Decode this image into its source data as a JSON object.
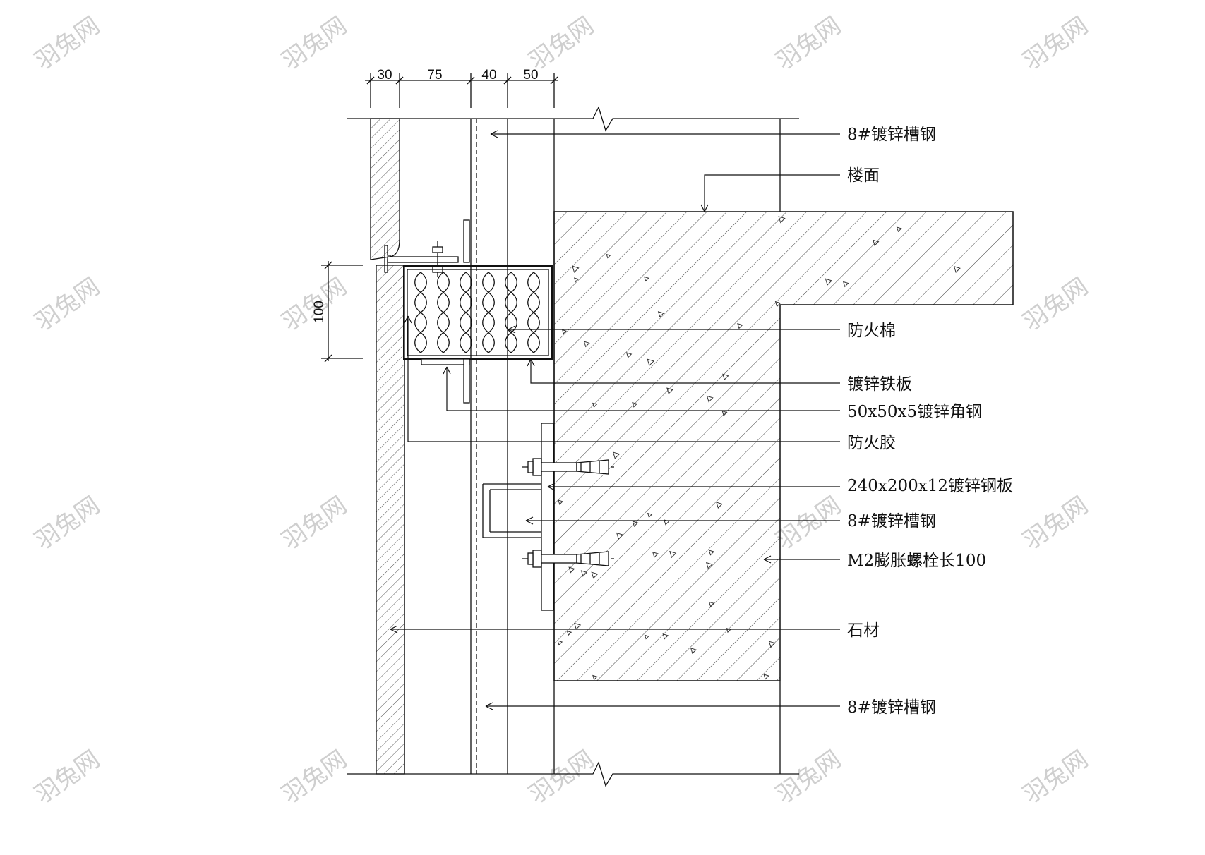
{
  "dimensions": {
    "top": [
      "30",
      "75",
      "40",
      "50"
    ],
    "left": "100"
  },
  "labels": [
    {
      "id": "channel-top",
      "text": "8#镀锌槽钢"
    },
    {
      "id": "floor",
      "text": "楼面"
    },
    {
      "id": "fire-wool",
      "text": "防火棉"
    },
    {
      "id": "galv-sheet",
      "text": "镀锌铁板"
    },
    {
      "id": "angle-steel",
      "text": "50x50x5镀锌角钢"
    },
    {
      "id": "fire-sealant",
      "text": "防火胶"
    },
    {
      "id": "steel-plate",
      "text": "240x200x12镀锌钢板"
    },
    {
      "id": "channel-mid",
      "text": "8#镀锌槽钢"
    },
    {
      "id": "anchor-bolt",
      "text": "M2膨胀螺栓长100"
    },
    {
      "id": "stone",
      "text": "石材"
    },
    {
      "id": "channel-bottom",
      "text": "8#镀锌槽钢"
    }
  ],
  "watermark": "羽兔网",
  "colors": {
    "line": "#111111",
    "hatch": "#444444",
    "watermark": "#cfcfcf"
  }
}
